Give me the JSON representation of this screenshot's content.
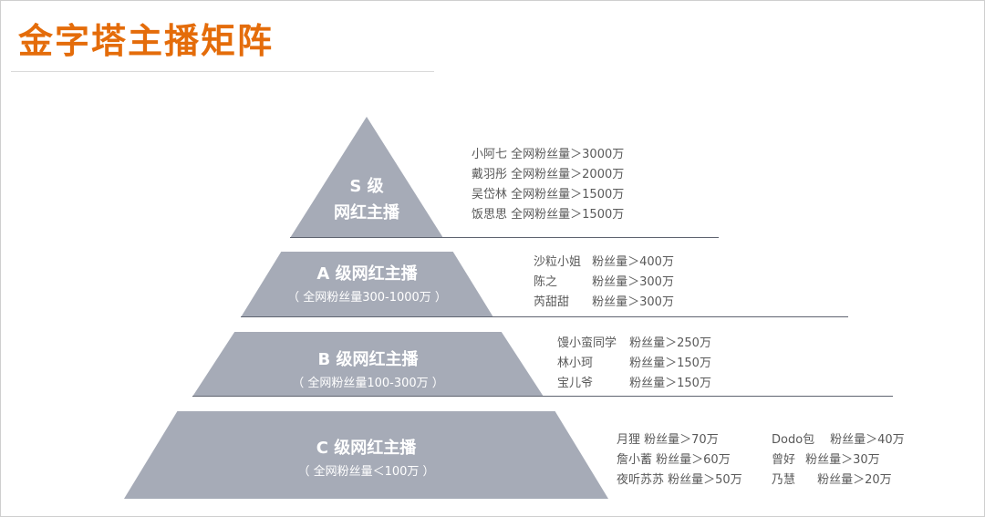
{
  "title": "金字塔主播矩阵",
  "tiers": {
    "s": {
      "line1": "S 级",
      "line2": "网红主播",
      "entries": [
        {
          "name": "小阿七",
          "stat": "全网粉丝量＞3000万"
        },
        {
          "name": "戴羽彤",
          "stat": "全网粉丝量＞2000万"
        },
        {
          "name": "吴岱林",
          "stat": "全网粉丝量＞1500万"
        },
        {
          "name": "饭思思",
          "stat": "全网粉丝量＞1500万"
        }
      ]
    },
    "a": {
      "label": "A 级网红主播",
      "sub": "（ 全网粉丝量300-1000万 ）",
      "entries": [
        {
          "name": "沙粒小姐",
          "stat": "粉丝量＞400万"
        },
        {
          "name": "陈之",
          "stat": "粉丝量＞300万"
        },
        {
          "name": "芮甜甜",
          "stat": "粉丝量＞300万"
        }
      ]
    },
    "b": {
      "label": "B 级网红主播",
      "sub": "（ 全网粉丝量100-300万 ）",
      "entries": [
        {
          "name": "馒小蛮同学",
          "stat": "粉丝量＞250万"
        },
        {
          "name": "林小珂",
          "stat": "粉丝量＞150万"
        },
        {
          "name": "宝儿爷",
          "stat": "粉丝量＞150万"
        }
      ]
    },
    "c": {
      "label": "C 级网红主播",
      "sub": "（ 全网粉丝量＜100万 ）",
      "entries_left": [
        {
          "name": "月狸",
          "stat": "粉丝量＞70万"
        },
        {
          "name": "詹小蓄",
          "stat": "粉丝量＞60万"
        },
        {
          "name": "夜听苏苏",
          "stat": "粉丝量＞50万"
        }
      ],
      "entries_right": [
        {
          "name": "Dodo包",
          "stat": "粉丝量＞40万"
        },
        {
          "name": "曾好",
          "stat": "粉丝量＞30万"
        },
        {
          "name": "乃慧",
          "stat": "粉丝量＞20万"
        }
      ]
    }
  },
  "colors": {
    "title": "#e46c0a",
    "tier_fill": "#a6abb7",
    "tier_text": "#ffffff",
    "entry_text": "#595959",
    "rule": "#5f6470"
  }
}
